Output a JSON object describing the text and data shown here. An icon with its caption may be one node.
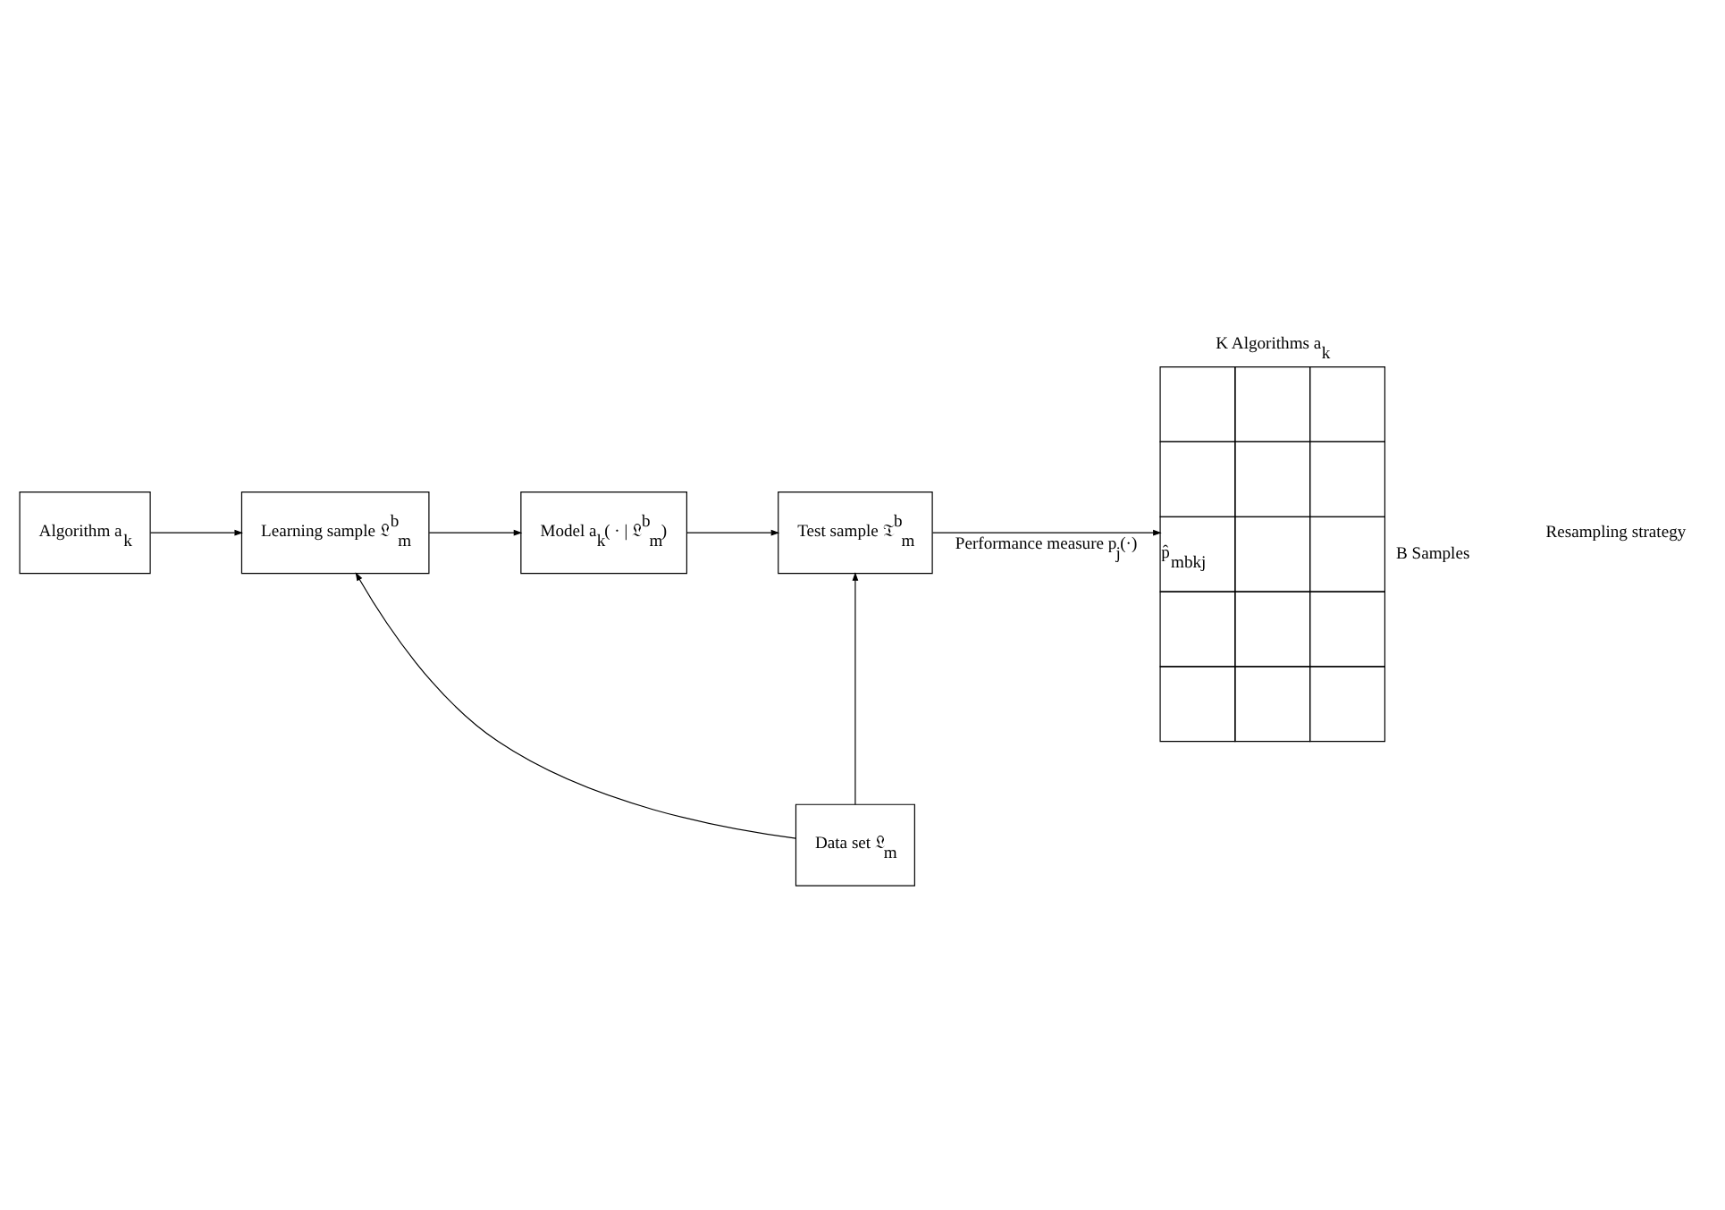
{
  "diagram": {
    "nodes": [
      {
        "text": [
          "Algorithm a$_{k}$"
        ]
      },
      {
        "text": [
          "Learning sample 𝔏$^{b}$$_{m}$"
        ]
      },
      {
        "text": [
          "Model a$_{k}$( · | 𝔏$^{b}$$_{m}$)"
        ]
      },
      {
        "text": [
          "Test sample 𝔗$^{b}$$_{m}$"
        ]
      },
      {
        "text": [
          "K Algorithms a$_{k}$",
          "p̂$_{mbkj}$"
        ],
        "beside": [
          "B Samples"
        ]
      },
      {
        "text": [
          "Data set 𝔏$_{m}$"
        ]
      }
    ],
    "edges": [
      {
        "from": 0,
        "to": 1,
        "arrow": "to"
      },
      {
        "from": 1,
        "to": 2,
        "arrow": "to"
      },
      {
        "from": 2,
        "to": 3,
        "arrow": "to"
      },
      {
        "from": 3,
        "to": 4,
        "arrow": "to",
        "label": "Performance measure p$_{j}$(·)"
      },
      {
        "from": 5,
        "to": 1,
        "arrow": "to"
      },
      {
        "from": 5,
        "to": 3,
        "arrow": "to"
      }
    ],
    "labels": [
      "Resampling strategy"
    ]
  }
}
